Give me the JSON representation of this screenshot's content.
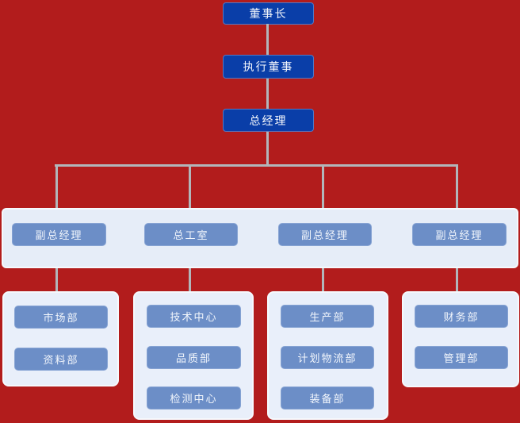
{
  "chart_title": "company-organization-chart",
  "nodes": {
    "level1": [
      "董事长",
      "执行董事",
      "总经理"
    ],
    "level2": [
      "副总经理",
      "总工室",
      "副总经理",
      "副总经理"
    ],
    "groups": [
      {
        "items": [
          "市场部",
          "资料部"
        ]
      },
      {
        "items": [
          "技术中心",
          "品质部",
          "检测中心"
        ]
      },
      {
        "items": [
          "生产部",
          "计划物流部",
          "装备部"
        ]
      },
      {
        "items": [
          "财务部",
          "管理部"
        ]
      }
    ]
  },
  "colors": {
    "background": "#b21c1c",
    "primary_node": "#0a3ea8",
    "secondary_node": "#6c8ec7",
    "band_fill": "#e6edf8",
    "panel_fill": "#e9effa",
    "connector": "#b2b6ba",
    "node_text": "#ffffff"
  }
}
